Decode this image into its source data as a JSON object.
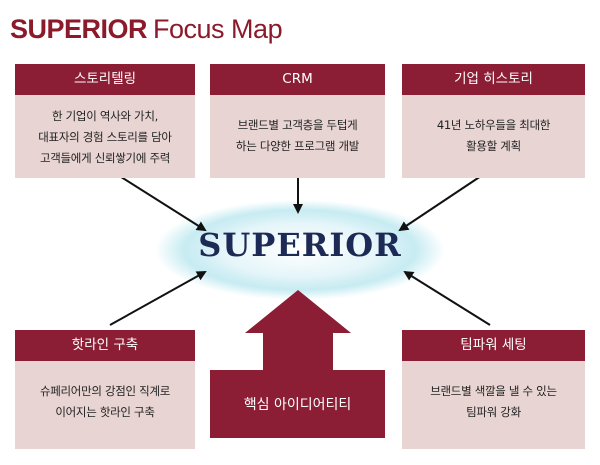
{
  "title": {
    "brand": "SUPERIOR",
    "rest": "Focus Map"
  },
  "center": "SUPERIOR",
  "cards": {
    "top_left": {
      "title": "스토리텔링",
      "lines": [
        "한 기업이 역사와 가치,",
        "대표자의 경험 스토리를 담아",
        "고객들에게 신뢰쌓기에 주력"
      ]
    },
    "top_center": {
      "title": "CRM",
      "lines": [
        "브랜드별 고객층을 두텁게",
        "하는 다양한 프로그램 개발"
      ]
    },
    "top_right": {
      "title": "기업 히스토리",
      "lines": [
        "41년 노하우들을 최대한",
        "활용할 계획"
      ]
    },
    "bottom_left": {
      "title": "핫라인 구축",
      "lines": [
        "슈페리어만의 강점인 직계로",
        "이어지는 핫라인 구축"
      ]
    },
    "bottom_right": {
      "title": "팀파워 세팅",
      "lines": [
        "브랜드별 색깔을 낼 수 있는",
        "팀파워 강화"
      ]
    }
  },
  "core": "핵심 아이디어티티",
  "colors": {
    "brand": "#8b1e35",
    "card_body": "#e8d5d3",
    "center_text": "#1c2a55",
    "glow": "#b9e7ef"
  }
}
